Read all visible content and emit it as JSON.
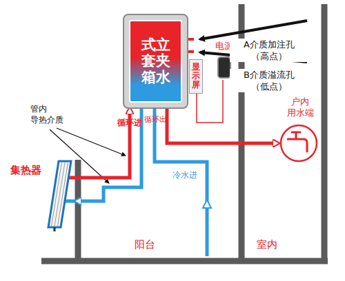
{
  "diagram": {
    "nodes": [
      {
        "text": [
          "立式夹套水箱"
        ]
      },
      {
        "text": [
          "显示屏"
        ]
      },
      {
        "text": [
          "电源"
        ]
      },
      {
        "text": [
          "集热器"
        ]
      },
      {
        "text": [
          "户内 用水端"
        ]
      }
    ],
    "edges": [
      {
        "from": 3,
        "to": 0,
        "label": "循环进",
        "arrow": "to"
      },
      {
        "from": 0,
        "to": 3,
        "label": "循环出",
        "arrow": "to"
      },
      {
        "from": 0,
        "to": 4,
        "arrow": "to"
      },
      {
        "from": 1,
        "to": 2,
        "arrow": "none"
      }
    ],
    "labels": [
      "A介质加注孔 （高点）",
      "B介质溢流孔 （低点）",
      "管内 导热介质",
      "冷水进",
      "阳台",
      "室内"
    ]
  }
}
